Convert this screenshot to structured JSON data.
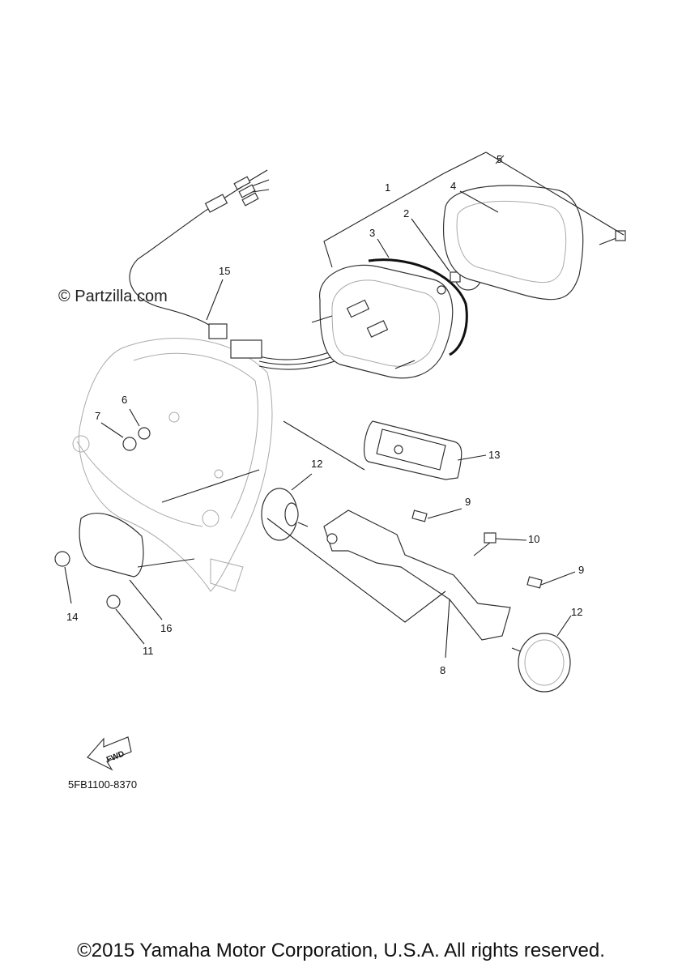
{
  "diagram": {
    "part_code": "5FB1100-8370",
    "watermark": "© Partzilla.com",
    "direction_label": "FWD",
    "callouts": [
      "1",
      "2",
      "3",
      "4",
      "5",
      "6",
      "7",
      "8",
      "9",
      "9",
      "10",
      "11",
      "12",
      "12",
      "13",
      "14",
      "15",
      "16"
    ]
  },
  "footer": {
    "copyright": "©2015 Yamaha Motor Corporation, U.S.A. All rights reserved."
  }
}
